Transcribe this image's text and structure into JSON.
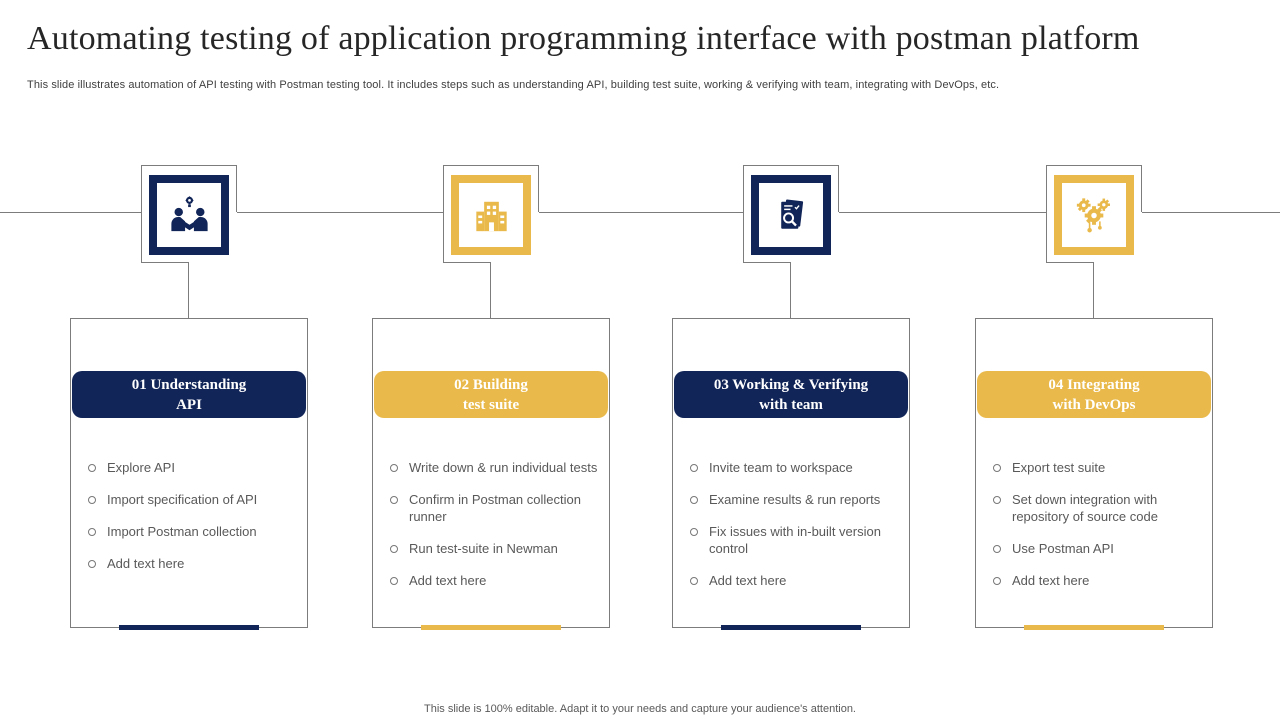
{
  "slide": {
    "title": "Automating testing of application programming interface with postman platform",
    "subtitle": "This slide illustrates automation of API testing with Postman testing tool. It includes steps such as understanding API, building test suite, working & verifying with team, integrating with DevOps, etc.",
    "footer": "This slide is 100% editable. Adapt it to your needs and capture your audience's attention."
  },
  "colors": {
    "navy": "#112558",
    "gold": "#E9BA4B",
    "line_gray": "#7C7C7C",
    "text_gray": "#595959"
  },
  "steps": [
    {
      "icon": "handshake-idea-icon",
      "accent": "navy",
      "header_line1": "01 Understanding",
      "header_line2": "API",
      "bullets": [
        "Explore API",
        "Import specification of API",
        "Import Postman collection",
        "Add text here"
      ]
    },
    {
      "icon": "office-building-icon",
      "accent": "gold",
      "header_line1": "02 Building",
      "header_line2": "test suite",
      "bullets": [
        "Write down & run individual tests",
        "Confirm in Postman collection runner",
        "Run test-suite in Newman",
        "Add text here"
      ]
    },
    {
      "icon": "document-search-icon",
      "accent": "navy",
      "header_line1": "03 Working & Verifying",
      "header_line2": "with team",
      "bullets": [
        "Invite team to workspace",
        "Examine results & run reports",
        "Fix issues with in-built version control",
        "Add text here"
      ]
    },
    {
      "icon": "gears-automation-icon",
      "accent": "gold",
      "header_line1": "04 Integrating",
      "header_line2": "with DevOps",
      "bullets": [
        "Export test suite",
        "Set down integration with repository of source code",
        "Use Postman API",
        "Add text here"
      ]
    }
  ]
}
